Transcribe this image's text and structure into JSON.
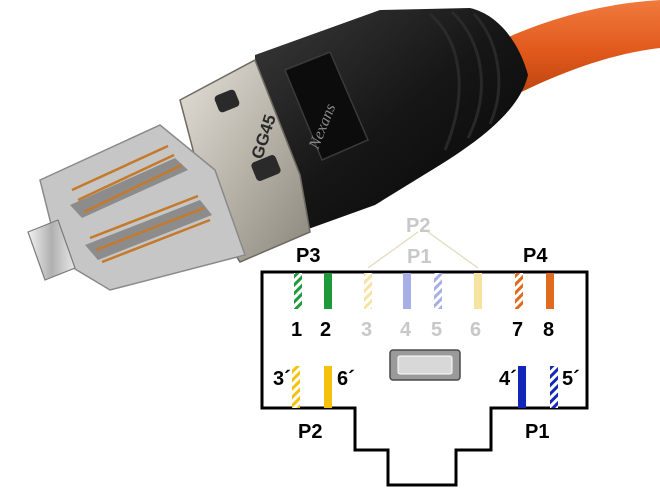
{
  "connector": {
    "model_marking": "GG45",
    "brand_marking": "Nexans"
  },
  "diagram": {
    "pair_labels": {
      "p1_top": "P1",
      "p2_top": "P2",
      "p3": "P3",
      "p4": "P4",
      "p1_bottom": "P1",
      "p2_bottom": "P2"
    },
    "pins": [
      "1",
      "2",
      "3",
      "4",
      "5",
      "6",
      "7",
      "8"
    ],
    "lower_pins": [
      "3´",
      "6´",
      "4´",
      "5´"
    ],
    "colors": {
      "green": "#1f9a3a",
      "orange": "#e06a1e",
      "blue": "#1226b8",
      "yellow": "#f4c20d",
      "faded_yellow": "#f6e3a0",
      "faded_blue": "#a8aee6",
      "faded_text": "#c8c8c8",
      "cable": "#e25a1c"
    }
  }
}
